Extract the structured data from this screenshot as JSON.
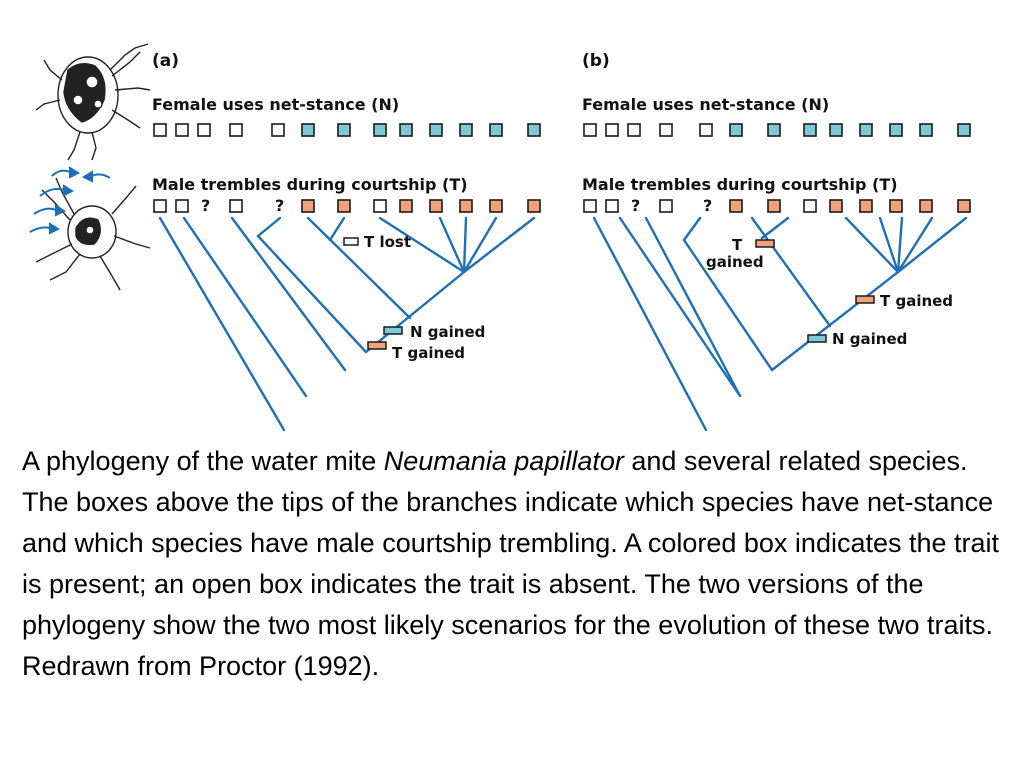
{
  "colors": {
    "branch": "#1f6fb5",
    "net_stance_fill": "#7ecbd8",
    "trembling_fill": "#f4a27c",
    "box_stroke": "#1a1a1a",
    "text": "#111111"
  },
  "figure": {
    "panels": [
      {
        "letter": "(a)",
        "row_n_title": "Female uses net-stance (N)",
        "row_t_title": "Male trembles during courtship (T)",
        "n_states": [
          "absent",
          "absent",
          "absent",
          "absent",
          "absent",
          "present",
          "present",
          "present",
          "present",
          "present",
          "present",
          "present",
          "present"
        ],
        "t_states": [
          "absent",
          "absent",
          "unknown",
          "absent",
          "unknown",
          "present",
          "present",
          "absent",
          "present",
          "present",
          "present",
          "present",
          "present"
        ],
        "events": [
          {
            "label": "T lost",
            "trait": "T",
            "gained": false
          },
          {
            "label": "N gained",
            "trait": "N",
            "gained": true
          },
          {
            "label": "T gained",
            "trait": "T",
            "gained": true
          }
        ]
      },
      {
        "letter": "(b)",
        "row_n_title": "Female uses net-stance (N)",
        "row_t_title": "Male trembles during courtship (T)",
        "n_states": [
          "absent",
          "absent",
          "absent",
          "absent",
          "absent",
          "present",
          "present",
          "present",
          "present",
          "present",
          "present",
          "present",
          "present"
        ],
        "t_states": [
          "absent",
          "absent",
          "unknown",
          "absent",
          "unknown",
          "present",
          "present",
          "absent",
          "present",
          "present",
          "present",
          "present",
          "present"
        ],
        "events": [
          {
            "label_line1": "T",
            "label_line2": "gained",
            "trait": "T",
            "gained": true
          },
          {
            "label": "T gained",
            "trait": "T",
            "gained": true
          },
          {
            "label": "N gained",
            "trait": "N",
            "gained": true
          }
        ]
      }
    ],
    "unknown_mark": "?",
    "illustrations": [
      {
        "icon": "female-water-mite-illustration"
      },
      {
        "icon": "male-water-mite-trembling-illustration"
      }
    ]
  },
  "caption": {
    "p1_before": "A phylogeny of the water mite ",
    "p1_species": "Neumania papillator",
    "p1_after": " and several related species.",
    "p2": "The boxes above the tips of the branches indicate which species have net-stance and which species have male courtship trembling. A colored box indicates the trait is present; an open box indicates the trait is absent. The two versions of the phylogeny show the two most likely scenarios for the evolution of these two traits. Redrawn from Proctor (1992)."
  }
}
